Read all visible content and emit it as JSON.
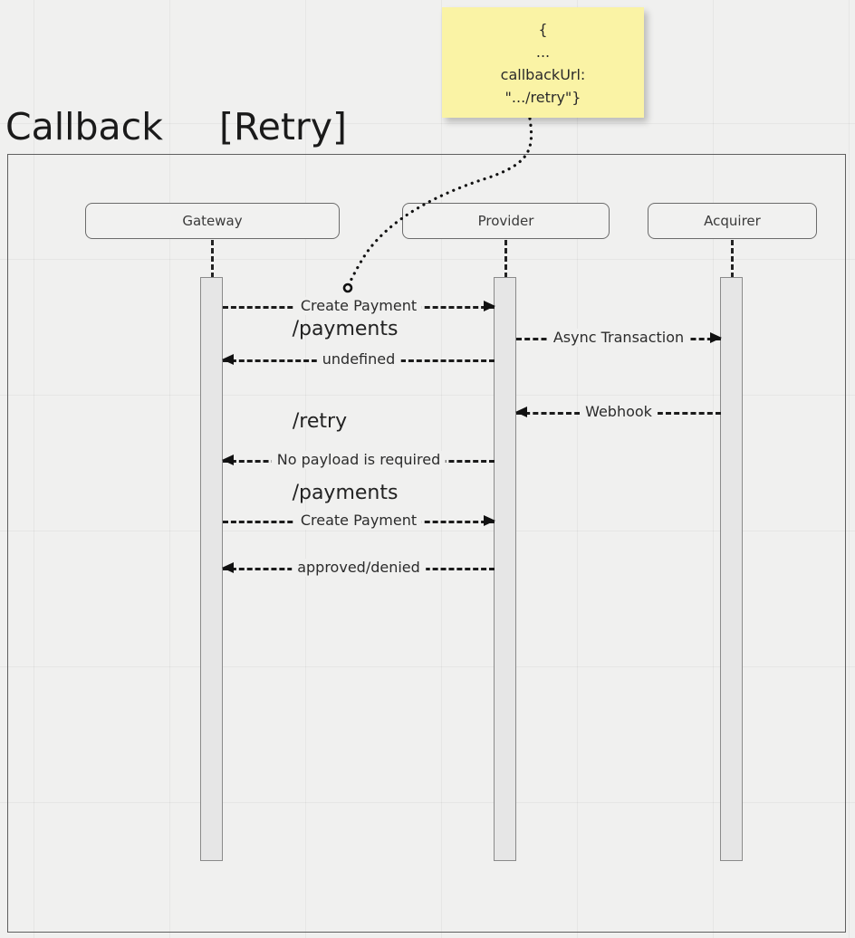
{
  "title": {
    "main": "Callback",
    "fragment": "[Retry]"
  },
  "note": {
    "lines": [
      "{",
      "...",
      "callbackUrl:",
      "\".../retry\"}"
    ],
    "color": "#faf3a5"
  },
  "participants": [
    {
      "name": "Gateway"
    },
    {
      "name": "Provider"
    },
    {
      "name": "Acquirer"
    }
  ],
  "messages": [
    {
      "label": "Create Payment",
      "from": "Gateway",
      "to": "Provider",
      "direction": "right"
    },
    {
      "label": "Async Transaction",
      "from": "Provider",
      "to": "Acquirer",
      "direction": "right"
    },
    {
      "label": "undefined",
      "from": "Provider",
      "to": "Gateway",
      "direction": "left"
    },
    {
      "label": "Webhook",
      "from": "Acquirer",
      "to": "Provider",
      "direction": "left"
    },
    {
      "label": "No payload is required",
      "from": "Provider",
      "to": "Gateway",
      "direction": "left"
    },
    {
      "label": "Create Payment",
      "from": "Gateway",
      "to": "Provider",
      "direction": "right"
    },
    {
      "label": "approved/denied",
      "from": "Provider",
      "to": "Gateway",
      "direction": "left"
    }
  ],
  "path_labels": [
    {
      "text": "/payments"
    },
    {
      "text": "/retry"
    },
    {
      "text": "/payments"
    }
  ],
  "colors": {
    "background": "#f0f0ef",
    "frame_border": "#5f5f5f",
    "activation_fill": "#e6e6e6",
    "note_fill": "#faf3a5"
  }
}
